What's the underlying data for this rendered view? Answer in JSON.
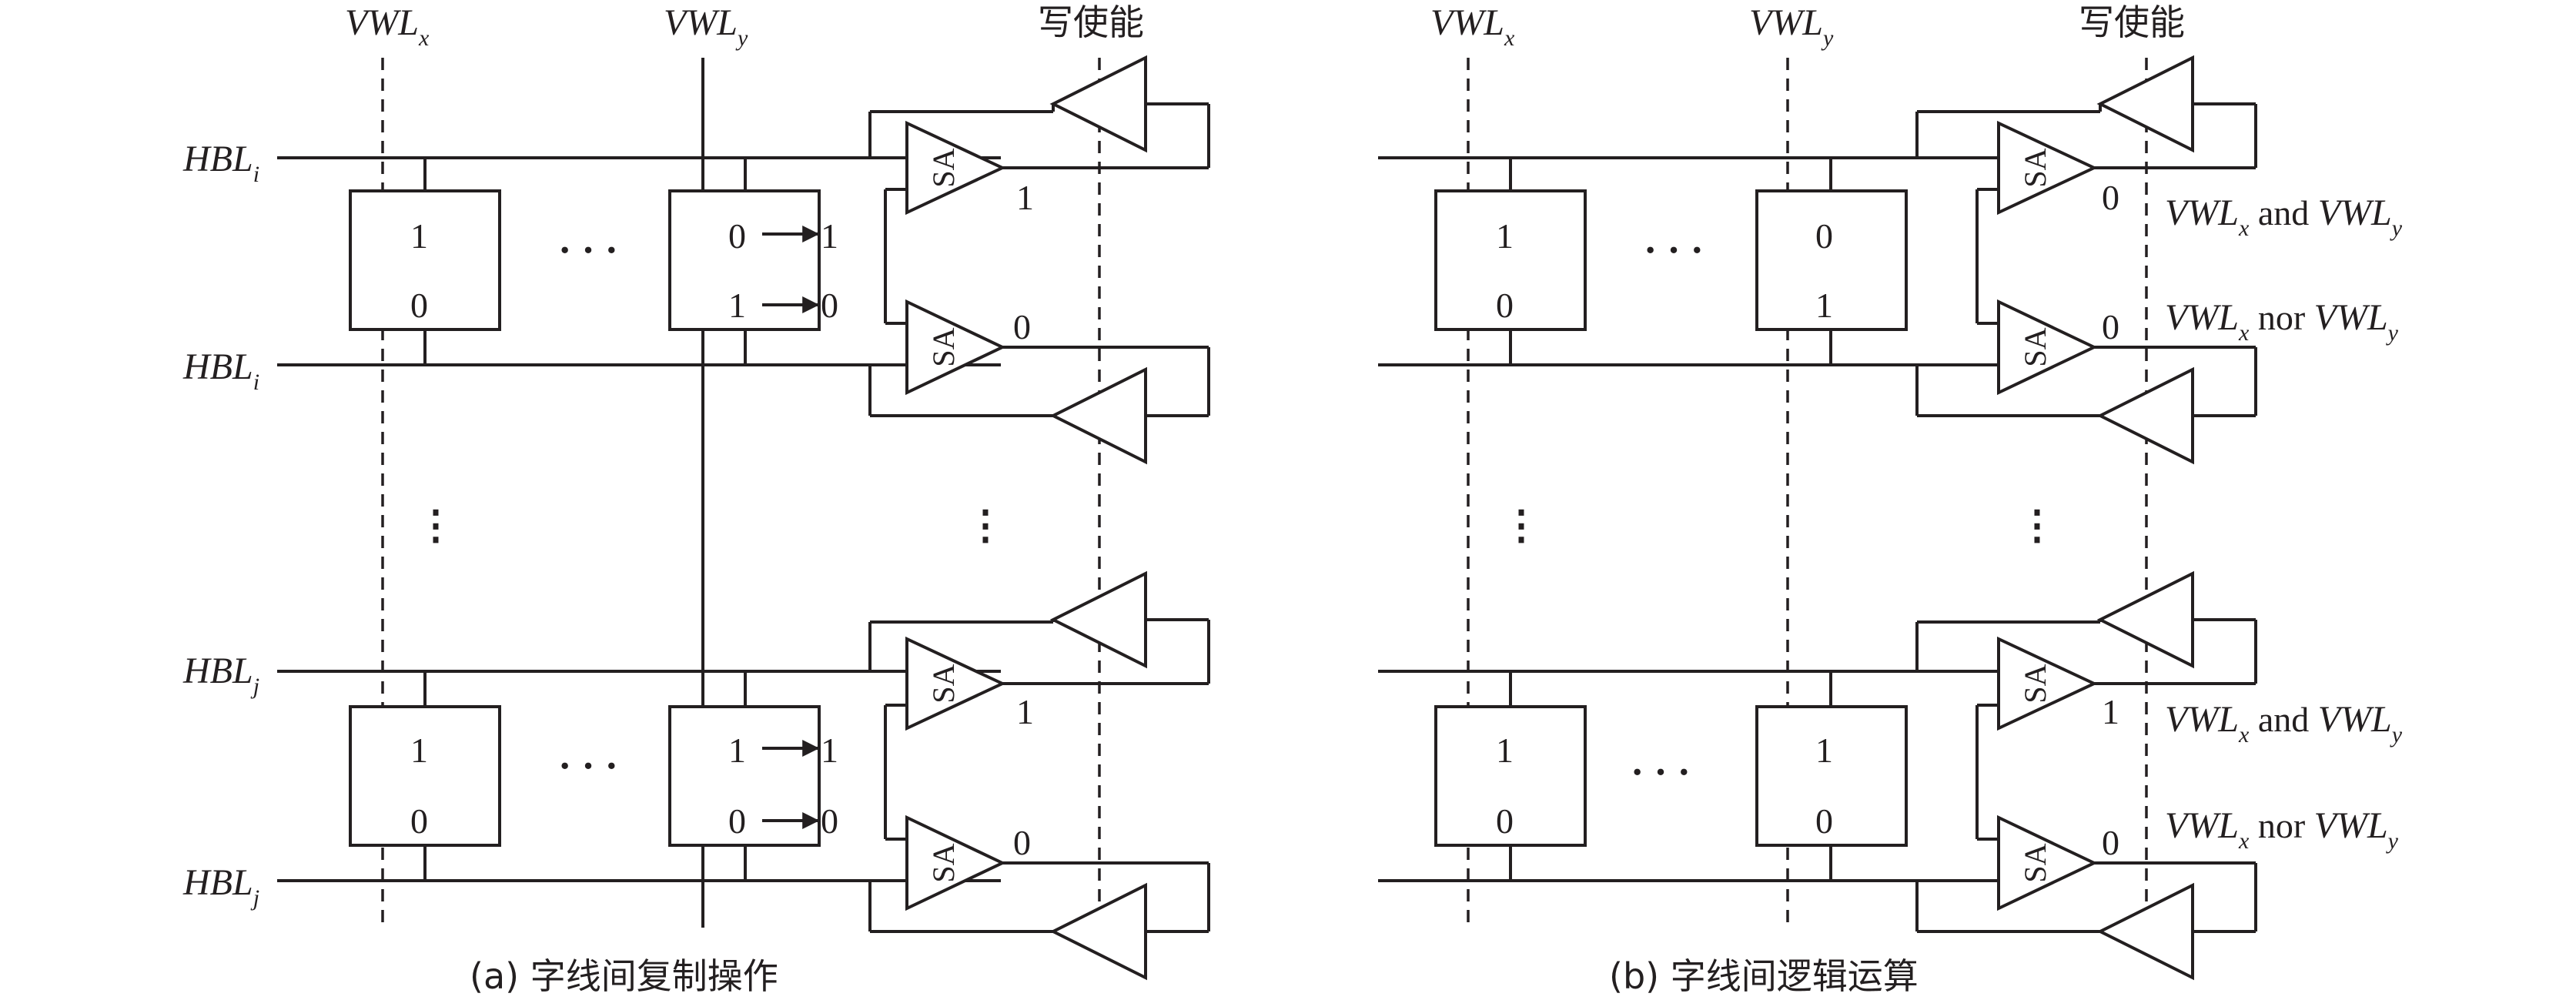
{
  "labels": {
    "vwl_main": "VWL",
    "vwl_x_sub": "x",
    "vwl_y_sub": "y",
    "hbl_main": "HBL",
    "hbl_i_sub": "i",
    "hbl_j_sub": "j",
    "write_enable": "写使能",
    "sa": "SA",
    "and_word": "and",
    "nor_word": "nor",
    "ellipsis": "· · ·",
    "vdots": "⋮"
  },
  "panel_a": {
    "caption": "(a)  字线间复制操作",
    "cell_x_top_i": "1",
    "cell_x_bottom_i": "0",
    "cell_y_top_i": "0",
    "cell_y_bottom_i": "1",
    "result_top_i": "1",
    "result_bottom_i": "0",
    "cell_x_top_j": "1",
    "cell_x_bottom_j": "0",
    "cell_y_top_j": "1",
    "cell_y_bottom_j": "0",
    "result_top_j": "1",
    "result_bottom_j": "0",
    "sa_out_1": "1",
    "sa_out_2": "0",
    "sa_out_3": "1",
    "sa_out_4": "0"
  },
  "panel_b": {
    "caption": "(b)  字线间逻辑运算",
    "cell_x_top_i": "1",
    "cell_x_bottom_i": "0",
    "cell_y_top_i": "0",
    "cell_y_bottom_i": "1",
    "cell_x_top_j": "1",
    "cell_x_bottom_j": "0",
    "cell_y_top_j": "1",
    "cell_y_bottom_j": "0",
    "sa_out_1": "0",
    "sa_out_2": "0",
    "sa_out_3": "1",
    "sa_out_4": "0"
  }
}
